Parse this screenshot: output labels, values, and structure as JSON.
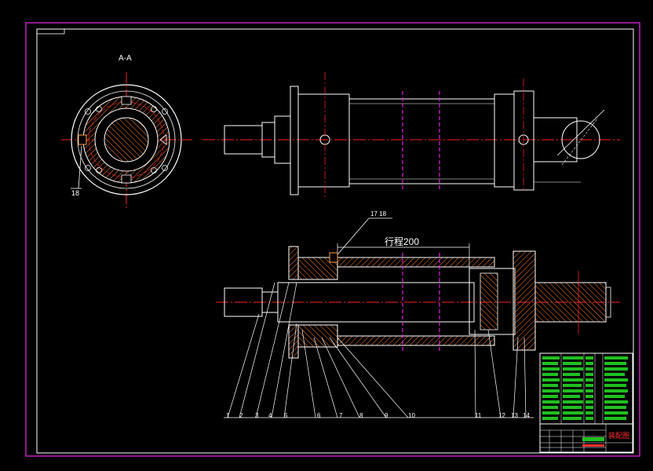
{
  "drawing": {
    "section_label": "A-A",
    "ref_18": "18",
    "stroke_label": "行程200",
    "leader_top": "17 18",
    "balloons": [
      "1",
      "2",
      "3",
      "4",
      "5",
      "6",
      "7",
      "8",
      "9",
      "10",
      "11",
      "12",
      "13",
      "14"
    ],
    "title_block_name": "装配图"
  },
  "colors": {
    "background": "#000000",
    "border_outer": "#c020c0",
    "border_inner": "#ffffff",
    "centerline": "#ff2020",
    "hidden_line": "#e020e0",
    "hatch": "#ff8030",
    "outline": "#ffffff",
    "table_fill": "#20c020",
    "title_text": "#ff3030"
  }
}
